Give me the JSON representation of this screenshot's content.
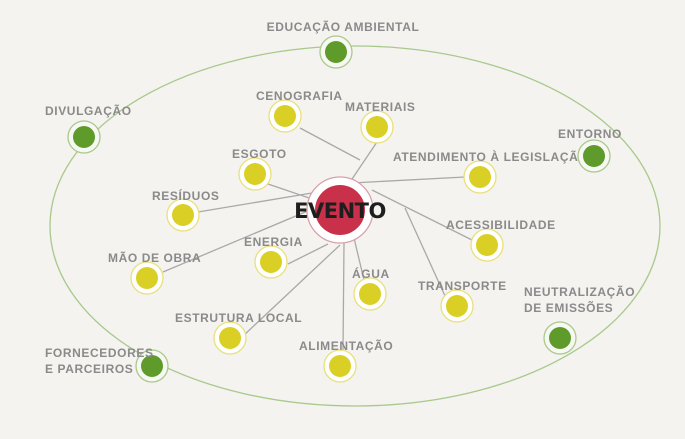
{
  "center": {
    "label": "EVENTO",
    "fill": "#c9304a",
    "ring": "#d8a0ab"
  },
  "colors": {
    "inner_node": "#d9cf25",
    "inner_ring": "#e9e07a",
    "outer_node": "#5f9b2a",
    "outer_ring": "#a9c98a",
    "orbit": "#a8c98c",
    "connector": "#a9a9a9",
    "label": "#8a8a8a"
  },
  "inner_nodes": [
    {
      "id": "cenografia",
      "label": "CENOGRAFIA"
    },
    {
      "id": "materiais",
      "label": "MATERIAIS"
    },
    {
      "id": "esgoto",
      "label": "ESGOTO"
    },
    {
      "id": "atendimento",
      "label": "ATENDIMENTO À LEGISLAÇÃO"
    },
    {
      "id": "residuos",
      "label": "RESÍDUOS"
    },
    {
      "id": "energia",
      "label": "ENERGIA"
    },
    {
      "id": "acessibilidade",
      "label": "ACESSIBILIDADE"
    },
    {
      "id": "mao-de-obra",
      "label": "MÃO DE OBRA"
    },
    {
      "id": "agua",
      "label": "ÁGUA"
    },
    {
      "id": "transporte",
      "label": "TRANSPORTE"
    },
    {
      "id": "estrutura-local",
      "label": "ESTRUTURA LOCAL"
    },
    {
      "id": "alimentacao",
      "label": "ALIMENTAÇÃO"
    }
  ],
  "outer_nodes": [
    {
      "id": "educacao-ambiental",
      "lines": [
        "EDUCAÇÃO AMBIENTAL"
      ]
    },
    {
      "id": "divulgacao",
      "lines": [
        "DIVULGAÇÃO"
      ]
    },
    {
      "id": "entorno",
      "lines": [
        "ENTORNO"
      ]
    },
    {
      "id": "neutralizacao",
      "lines": [
        "NEUTRALIZAÇÃO",
        "DE EMISSÕES"
      ]
    },
    {
      "id": "fornecedores",
      "lines": [
        "FORNECEDORES",
        "E PARCEIROS"
      ]
    }
  ]
}
